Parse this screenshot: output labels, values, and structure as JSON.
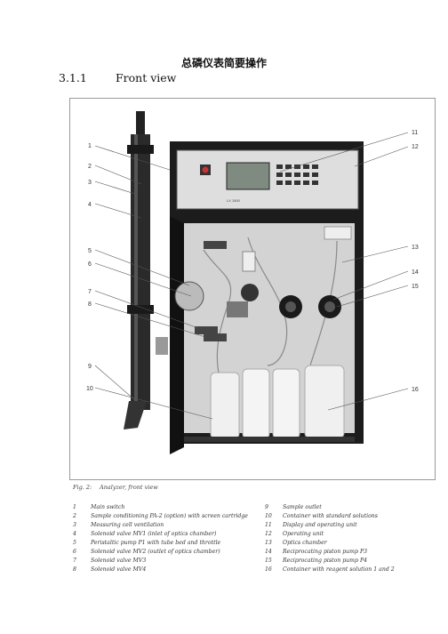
{
  "document": {
    "title": "总磷仪表简要操作",
    "section_number": "3.1.1",
    "section_title": "Front view"
  },
  "figure": {
    "callouts": [
      "1",
      "2",
      "3",
      "4",
      "5",
      "6",
      "7",
      "8",
      "9",
      "10",
      "11",
      "12",
      "13",
      "14",
      "15",
      "16"
    ],
    "panel_text": "LX 1500"
  },
  "caption": {
    "label": "Fig. 2:",
    "text": "Analyzer, front view"
  },
  "legend_left": [
    {
      "n": "1",
      "text": "Main switch"
    },
    {
      "n": "2",
      "text": "Sample conditioning PA-2 (option) with screen cartridge"
    },
    {
      "n": "3",
      "text": "Measuring cell ventilation"
    },
    {
      "n": "4",
      "text": "Solenoid valve MV1 (inlet of optics chamber)"
    },
    {
      "n": "5",
      "text": "Peristaltic pump P1 with tube bed and throttle"
    },
    {
      "n": "6",
      "text": "Solenoid valve MV2 (outlet of optics chamber)"
    },
    {
      "n": "7",
      "text": "Solenoid valve MV3"
    },
    {
      "n": "8",
      "text": "Solenoid valve MV4"
    }
  ],
  "legend_right": [
    {
      "n": "9",
      "text": "Sample outlet"
    },
    {
      "n": "10",
      "text": "Container with standard solutions"
    },
    {
      "n": "11",
      "text": "Display and operating unit"
    },
    {
      "n": "12",
      "text": "Operating unit"
    },
    {
      "n": "13",
      "text": "Optics chamber"
    },
    {
      "n": "14",
      "text": "Reciprocating piston pump P3"
    },
    {
      "n": "15",
      "text": "Reciprocating piston pump P4"
    },
    {
      "n": "16",
      "text": "Container with reagent solution 1 and 2"
    }
  ]
}
